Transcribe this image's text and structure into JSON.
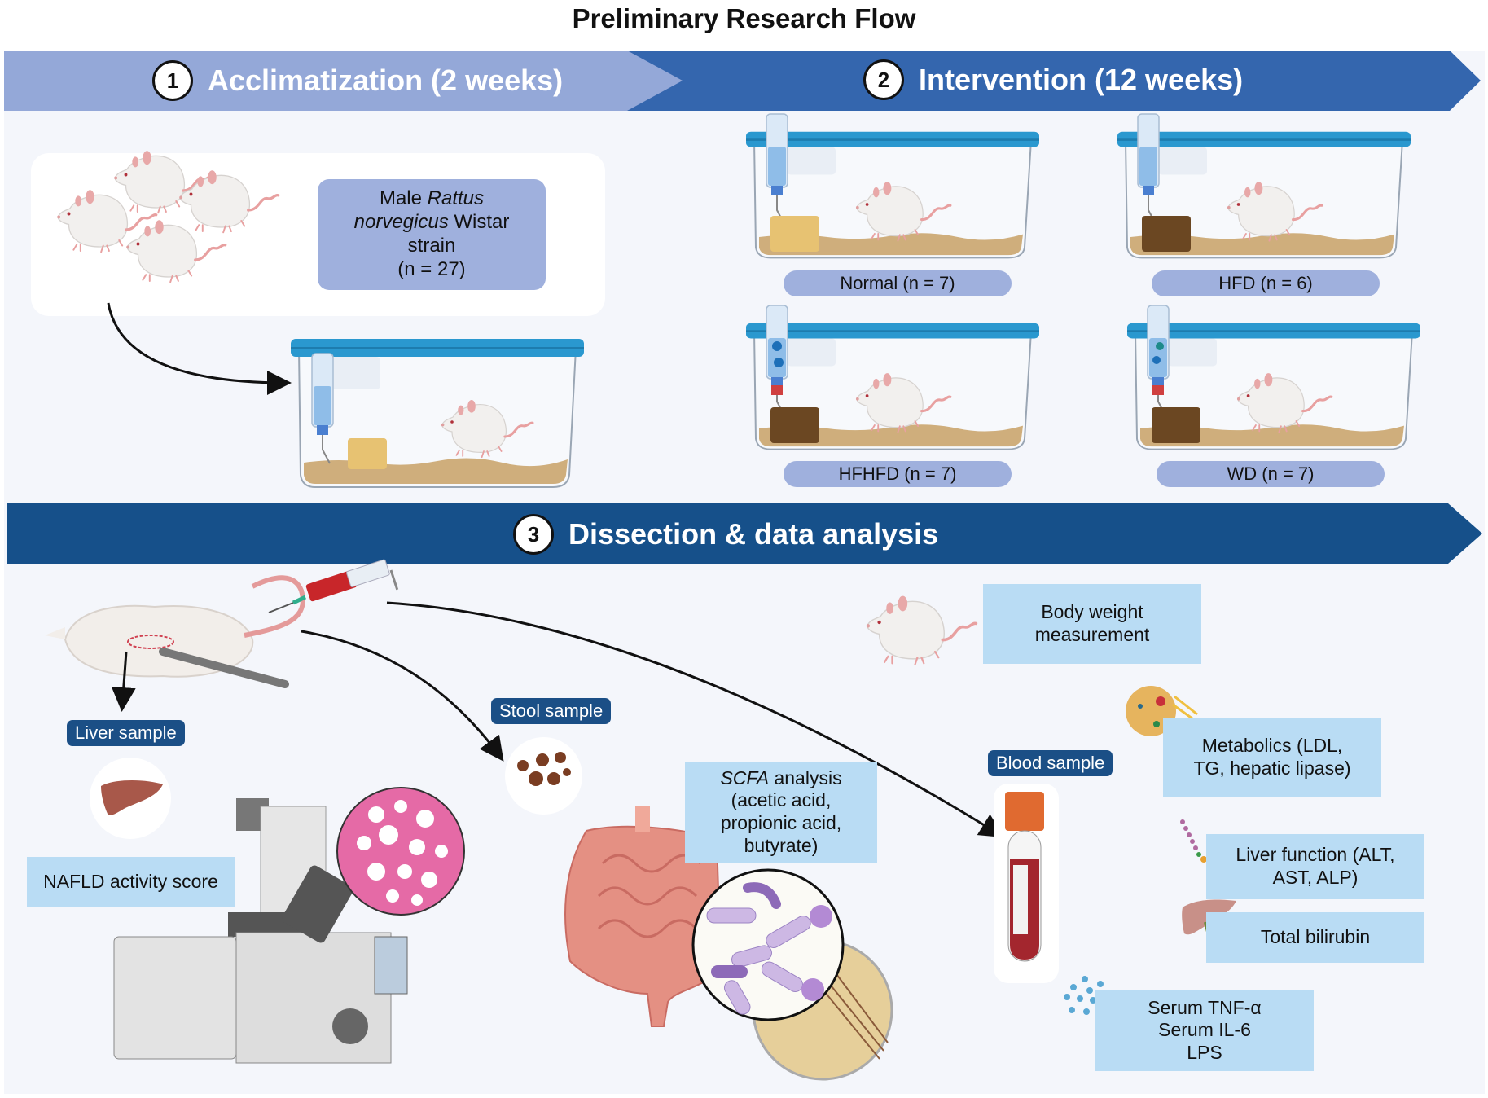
{
  "title": "Preliminary Research Flow",
  "colors": {
    "stage1": "#94a8d8",
    "stage2": "#3466ae",
    "stage3": "#16508a",
    "pill": "#9fb0dd",
    "label_box": "#b9dcf4",
    "tag": "#1b4f86",
    "cage_lid": "#2a98cf"
  },
  "stages": [
    {
      "number": "1",
      "label": "Acclimatization (2 weeks)"
    },
    {
      "number": "2",
      "label": "Intervention (12 weeks)"
    },
    {
      "number": "3",
      "label": "Dissection & data analysis"
    }
  ],
  "acclimatization": {
    "subject_line1_prefix": "Male ",
    "subject_line1_italic": "Rattus",
    "subject_line2_italic": "norvegicus",
    "subject_line2_suffix": " Wistar",
    "subject_line3": "strain",
    "subject_line4": "(n = 27)"
  },
  "groups": [
    {
      "label": "Normal (n = 7)",
      "food": "normal-chow"
    },
    {
      "label": "HFD (n = 6)",
      "food": "high-fat-chow"
    },
    {
      "label": "HFHFD (n = 7)",
      "food": "high-fat-chow"
    },
    {
      "label": "WD (n = 7)",
      "food": "high-fat-chow"
    }
  ],
  "samples": {
    "liver": "Liver sample",
    "stool": "Stool sample",
    "blood": "Blood sample"
  },
  "analyses": {
    "nafld": "NAFLD activity score",
    "scfa_italic": "SCFA",
    "scfa_rest": " analysis",
    "scfa_line2": "(acetic acid,",
    "scfa_line3": "propionic acid,",
    "scfa_line4": "butyrate)",
    "body_weight_line1": "Body weight",
    "body_weight_line2": "measurement",
    "metabolics_line1": "Metabolics (LDL,",
    "metabolics_line2": "TG, hepatic lipase)",
    "liver_function_line1": "Liver function (ALT,",
    "liver_function_line2": "AST, ALP)",
    "bilirubin": "Total bilirubin",
    "serum_line1": "Serum TNF-α",
    "serum_line2": "Serum IL-6",
    "serum_line3": "LPS"
  },
  "icons": {
    "rat": "rat-icon",
    "cage": "cage-icon",
    "liver": "liver-icon",
    "stool": "stool-icon",
    "microscope": "microscope-icon",
    "histology": "histology-icon",
    "intestine": "intestine-icon",
    "bacteria": "bacteria-icon",
    "petri_dish": "petri-dish-icon",
    "blood_tube": "blood-tube-icon",
    "syringe": "syringe-icon",
    "scalpel": "scalpel-icon",
    "lipoprotein": "lipoprotein-icon",
    "enzyme": "enzyme-icon",
    "cytokine": "cytokine-icon"
  }
}
